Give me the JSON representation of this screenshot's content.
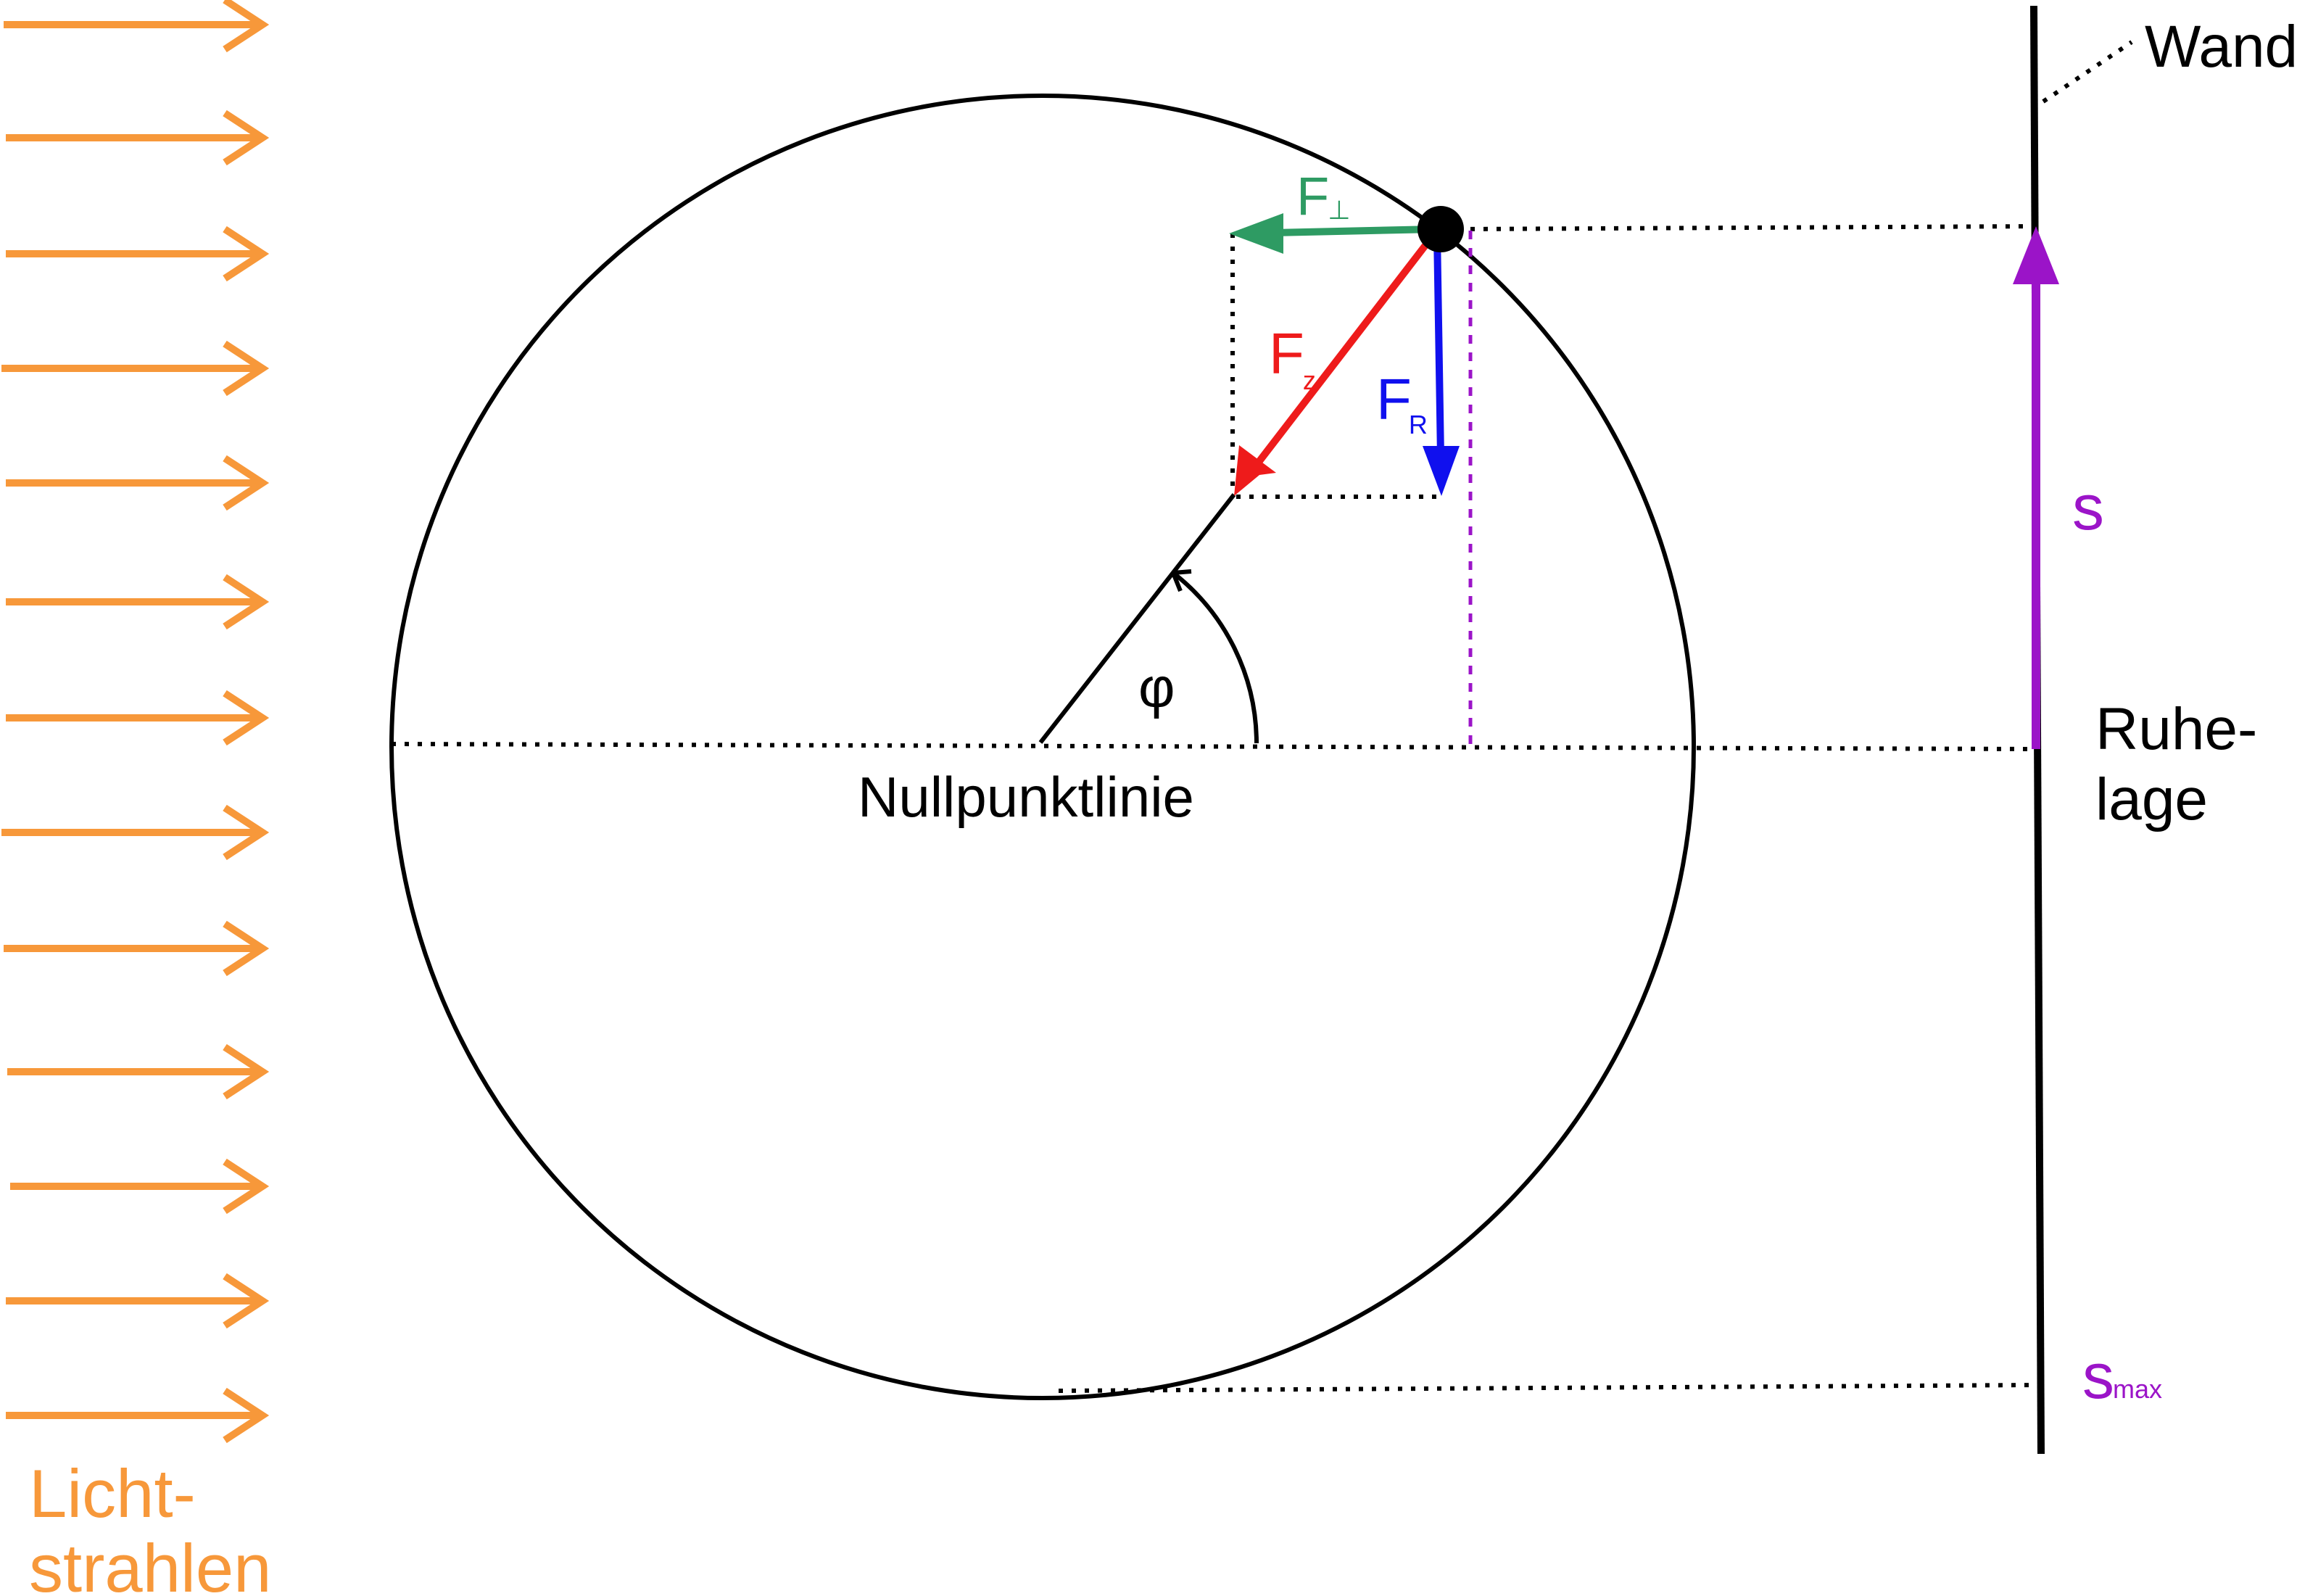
{
  "diagram": {
    "light_label": {
      "line1": "Licht-",
      "line2": "strahlen"
    },
    "wall_label": "Wand",
    "rest_label": {
      "line1": "Ruhe-",
      "line2": "lage"
    },
    "zero_line_label": "Nullpunktlinie",
    "angle_label": "φ",
    "force_perp": {
      "main": "F",
      "sub": "⊥"
    },
    "force_z": {
      "main": "F",
      "sub": "z"
    },
    "force_r": {
      "main": "F",
      "sub": "R"
    },
    "displacement_label": "s",
    "s_max": {
      "main": "s",
      "sub": "max"
    },
    "colors": {
      "light": "#f7983a",
      "force_perp": "#2e9b63",
      "force_z": "#ee1b1b",
      "force_r": "#1010ee",
      "displacement": "#9b14c8",
      "line": "#000000"
    }
  }
}
